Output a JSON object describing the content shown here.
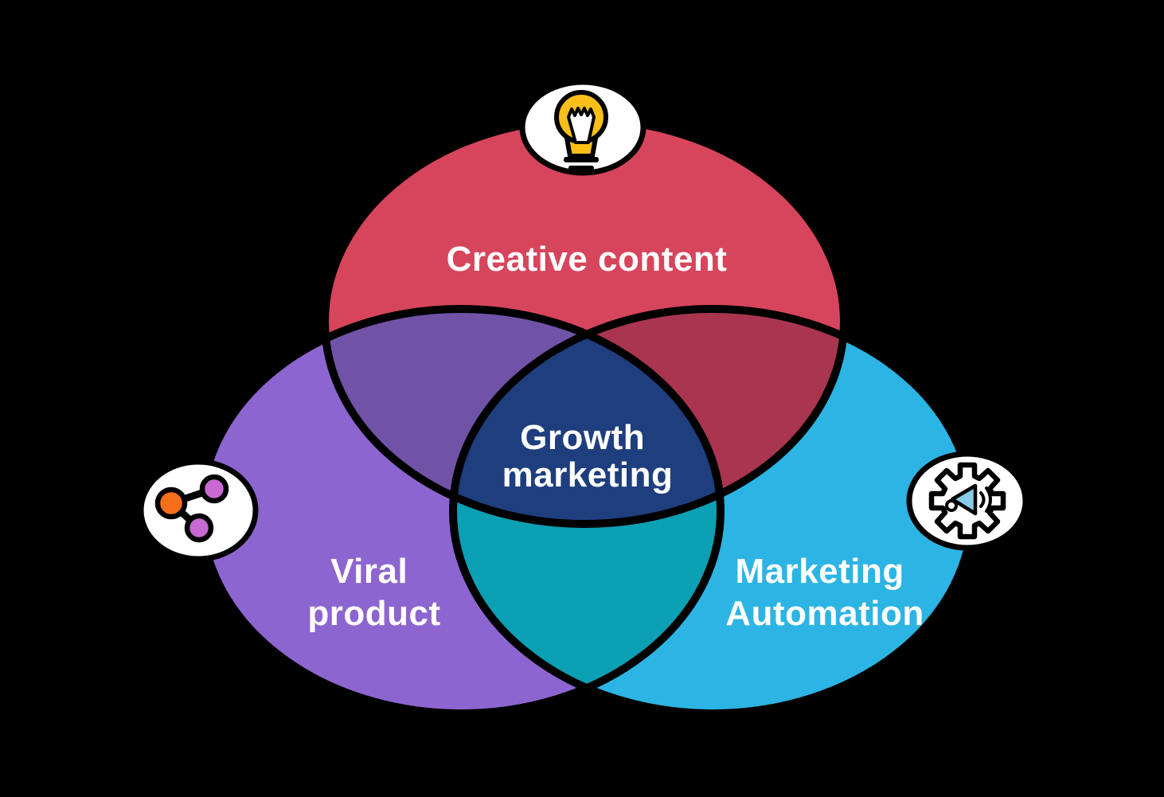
{
  "canvas": {
    "background": "#000000",
    "outline_color": "#000000",
    "label_color": "#FFFFFF"
  },
  "venn": {
    "type": "venn-3-set",
    "sets": [
      {
        "label": "Creative content",
        "lines": [
          "Creative content"
        ],
        "color": "#D7455C",
        "icon": "lightbulb-icon"
      },
      {
        "label": "Viral product",
        "lines": [
          "Viral",
          "product"
        ],
        "color": "#8D65D0",
        "icon": "share-nodes-icon"
      },
      {
        "label": "Marketing Automation",
        "lines": [
          "Marketing",
          "Automation"
        ],
        "color": "#2CB4E4",
        "icon": "gear-megaphone-icon"
      }
    ],
    "overlaps": [
      {
        "between": [
          "Creative content",
          "Viral product"
        ],
        "color": "#7053A7"
      },
      {
        "between": [
          "Creative content",
          "Marketing Automation"
        ],
        "color": "#A93550"
      },
      {
        "between": [
          "Viral product",
          "Marketing Automation"
        ],
        "color": "#0BA0B4"
      },
      {
        "between": [
          "Creative content",
          "Viral product",
          "Marketing Automation"
        ],
        "label": "Growth marketing",
        "lines": [
          "Growth",
          "marketing"
        ],
        "color": "#1E3E7E"
      }
    ],
    "icons": {
      "badge_fill": "#FFFFFF",
      "bulb_yellow": "#FCBF1A",
      "share_hub_orange": "#F76F1A",
      "share_node_magenta": "#C869D1",
      "megaphone_blue": "#87CCE8"
    }
  }
}
